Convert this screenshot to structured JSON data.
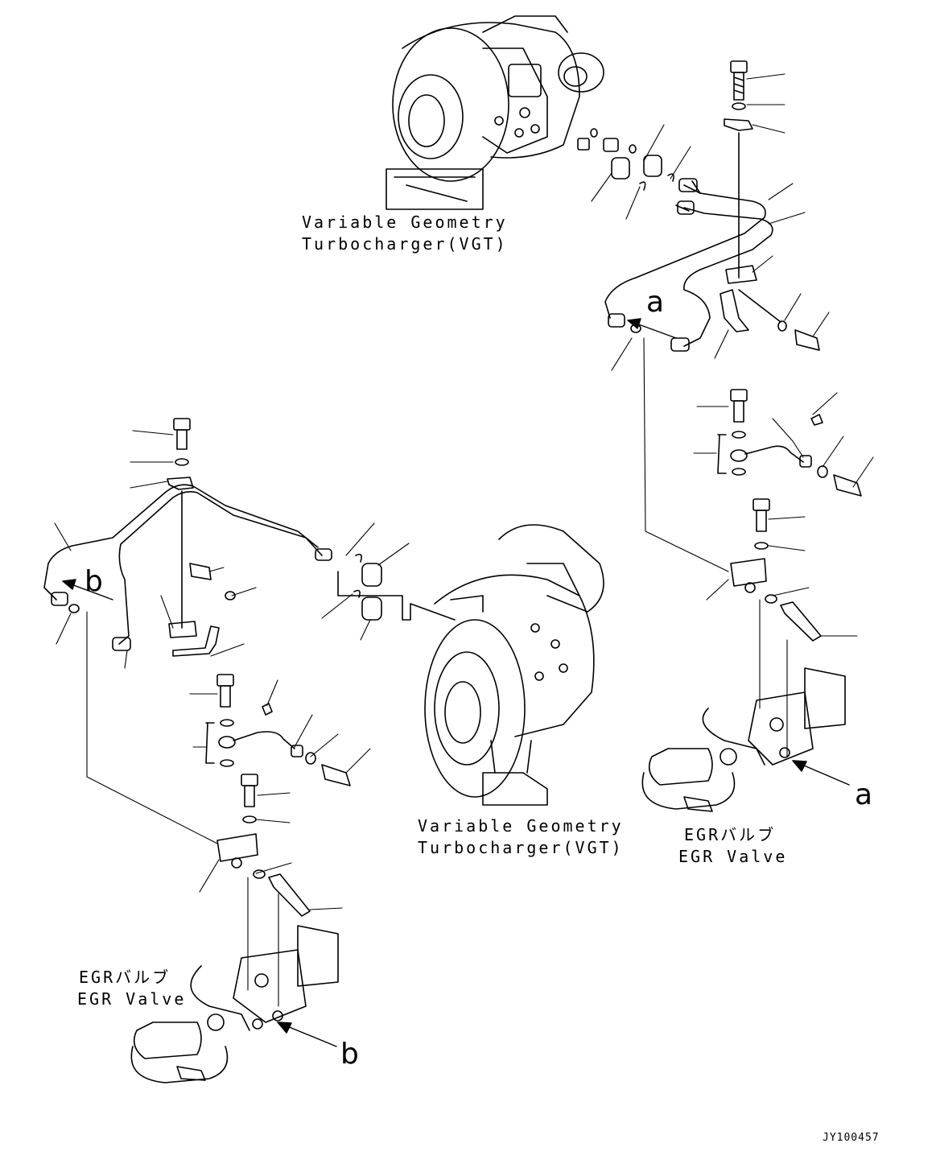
{
  "labels": {
    "vgt_top_line1": "Variable Geometry",
    "vgt_top_line2": "Turbocharger(VGT)",
    "vgt_bottom_line1": "Variable Geometry",
    "vgt_bottom_line2": "Turbocharger(VGT)",
    "egr_right_jp": "EGRバルブ",
    "egr_right_en": "EGR Valve",
    "egr_left_jp": "EGRバルブ",
    "egr_left_en": "EGR Valve"
  },
  "callouts": {
    "a_upper": "a",
    "a_lower": "a",
    "b_upper": "b",
    "b_lower": "b"
  },
  "document_id": "JY100457"
}
